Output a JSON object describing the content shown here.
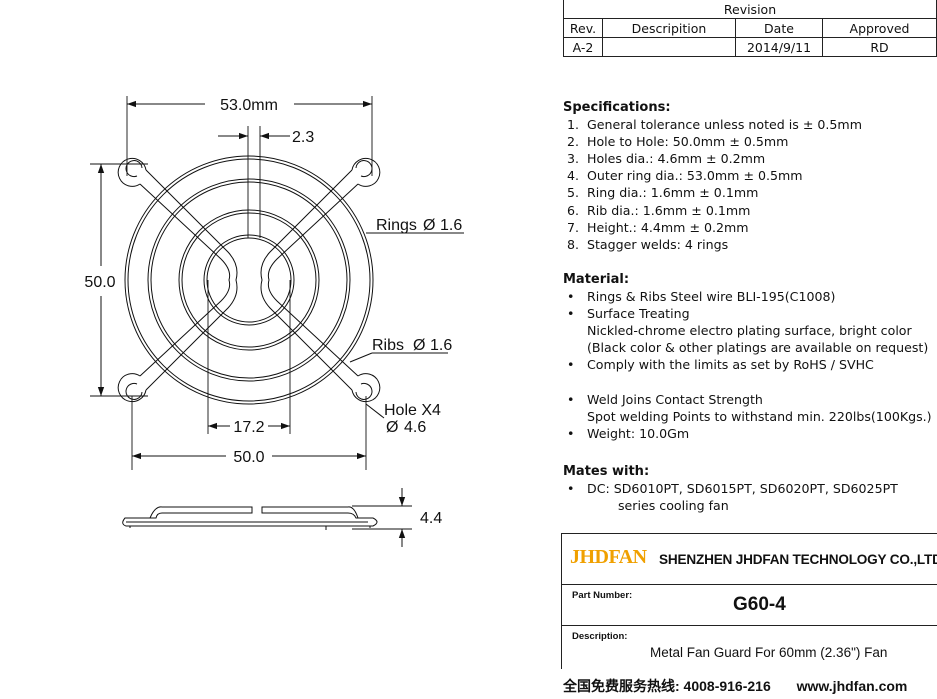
{
  "revision": {
    "title": "Revision",
    "headers": [
      "Rev.",
      "Descripition",
      "Date",
      "Approved"
    ],
    "row": [
      "A-2",
      "",
      "2014/9/11",
      "RD"
    ]
  },
  "dimensions": {
    "overall_width": "53.0mm",
    "rib_gap": "2.3",
    "rings": "Rings",
    "rings_dia": "1.6",
    "height_hole": "50.0",
    "ribs": "Ribs",
    "ribs_dia": "1.6",
    "hole": "Hole X4",
    "hole_dia": "4.6",
    "center_gap": "17.2",
    "hole_to_hole": "50.0",
    "thickness": "4.4",
    "dia_symbol": "Ø"
  },
  "specifications": {
    "heading": "Specifications:",
    "items": [
      {
        "num": "1.",
        "text": "General tolerance unless noted is ± 0.5mm"
      },
      {
        "num": "2.",
        "text": "Hole to Hole: 50.0mm ± 0.5mm"
      },
      {
        "num": "3.",
        "text": "Holes dia.: 4.6mm ± 0.2mm"
      },
      {
        "num": "4.",
        "text": "Outer ring dia.: 53.0mm ± 0.5mm"
      },
      {
        "num": "5.",
        "text": "Ring  dia.: 1.6mm ± 0.1mm"
      },
      {
        "num": "6.",
        "text": "Rib  dia.: 1.6mm ± 0.1mm"
      },
      {
        "num": "7.",
        "text": "Height.: 4.4mm ± 0.2mm"
      },
      {
        "num": "8.",
        "text": "Stagger welds: 4 rings"
      }
    ]
  },
  "material": {
    "heading": "Material:",
    "items": [
      {
        "line1": "Rings & Ribs Steel wire BLI-195(C1008)"
      },
      {
        "line1": "Surface Treating",
        "line2": "Nickled-chrome electro plating surface, bright color",
        "line3": "(Black color & other platings are available on request)"
      },
      {
        "line1": "Comply with the limits as set by RoHS / SVHC"
      },
      {
        "line1": "Weld Joins Contact Strength",
        "line2": "Spot welding Points to withstand min. 220lbs(100Kgs.)"
      },
      {
        "line1": "Weight: 10.0Gm"
      }
    ]
  },
  "mates": {
    "heading": "Mates with:",
    "line1": "DC: SD6010PT, SD6015PT, SD6020PT, SD6025PT",
    "line2": "series cooling fan"
  },
  "title_block": {
    "logo": "JHDFAN",
    "company": "SHENZHEN JHDFAN TECHNOLOGY CO.,LTD",
    "part_label": "Part Number:",
    "part_number": "G60-4",
    "desc_label": "Description:",
    "description": "Metal  Fan Guard  For 60mm (2.36\") Fan"
  },
  "footer": {
    "hotline": "全国免费服务热线: 4008-916-216",
    "website": "www.jhdfan.com"
  },
  "colors": {
    "logo": "#f0a000",
    "line": "#222222"
  }
}
